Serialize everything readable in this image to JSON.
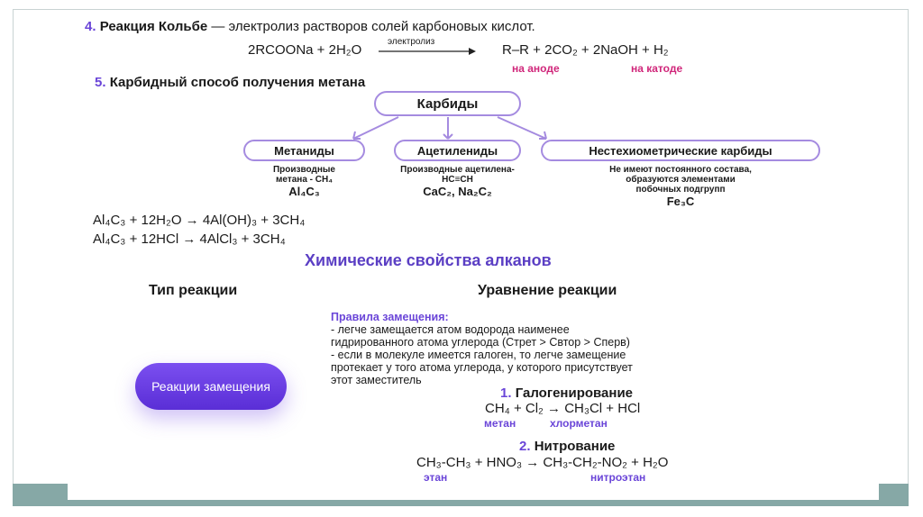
{
  "kolbe": {
    "num": "4.",
    "title": "Реакция Кольбе",
    "rest": " — электролиз растворов солей карбоновых кислот.",
    "reactants": "2RCOONa + 2H₂O",
    "arrow_label": "электролиз",
    "products": "R–R + 2CO₂ + 2NaOH + H₂",
    "anode": "на аноде",
    "cathode": "на катоде"
  },
  "carbide": {
    "num": "5.",
    "title": "Карбидный способ получения метана",
    "root": "Карбиды",
    "types": [
      {
        "name": "Метаниды",
        "desc": [
          "Производные",
          "метана - CH₄"
        ],
        "formula": "Al₄C₃"
      },
      {
        "name": "Ацетилениды",
        "desc": [
          "Производные ацетилена-",
          "HC≡CH"
        ],
        "formula": "CaC₂, Na₂C₂"
      },
      {
        "name": "Нестехиометрические карбиды",
        "desc": [
          "Не имеют постоянного состава,",
          "образуются элементами",
          "побочных подгрупп"
        ],
        "formula": "Fe₃C"
      }
    ],
    "eq1": "Al₄C₃ + 12H₂O → 4Al(OH)₃ + 3CH₄",
    "eq2": "Al₄C₃ + 12HCl → 4AlCl₃ + 3CH₄"
  },
  "props": {
    "title": "Химические свойства алканов",
    "col1": "Тип реакции",
    "col2": "Уравнение реакции",
    "button": "Реакции замещения",
    "rules_title": "Правила замещения:",
    "rules": [
      "- легче замещается атом водорода наименее",
      "гидрированного атома углерода (Cтрет > Cвтор > Cперв)",
      "- если в молекуле имеется галоген, то легче замещение",
      "протекает у того атома углерода, у которого присутствует",
      "этот заместитель"
    ],
    "r1": {
      "num": "1.",
      "title": "Галогенирование",
      "eq": "CH₄ + Cl₂ → CH₃Cl + HCl",
      "l1": "метан",
      "l2": "хлорметан"
    },
    "r2": {
      "num": "2.",
      "title": "Нитрование",
      "eq": "CH₃-CH₃ + HNO₃ → CH₃-CH₂-NO₂ + H₂O",
      "l1": "этан",
      "l2": "нитроэтан"
    }
  }
}
